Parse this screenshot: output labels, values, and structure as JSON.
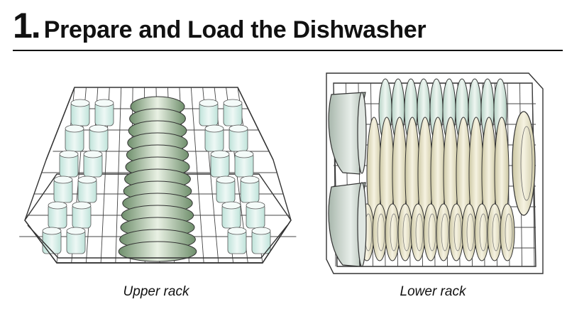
{
  "header": {
    "step_number": "1.",
    "title": "Prepare and Load the Dishwasher"
  },
  "figures": [
    {
      "caption": "Upper rack",
      "icon": "upper-rack-illustration"
    },
    {
      "caption": "Lower rack",
      "icon": "lower-rack-illustration"
    }
  ],
  "colors": {
    "text": "#111111",
    "wire": "#333333",
    "glass": "#d9efe9",
    "bowl": "#9db59a",
    "plate": "#e8e4cc",
    "lower_bowl": "#c9d3cc"
  }
}
